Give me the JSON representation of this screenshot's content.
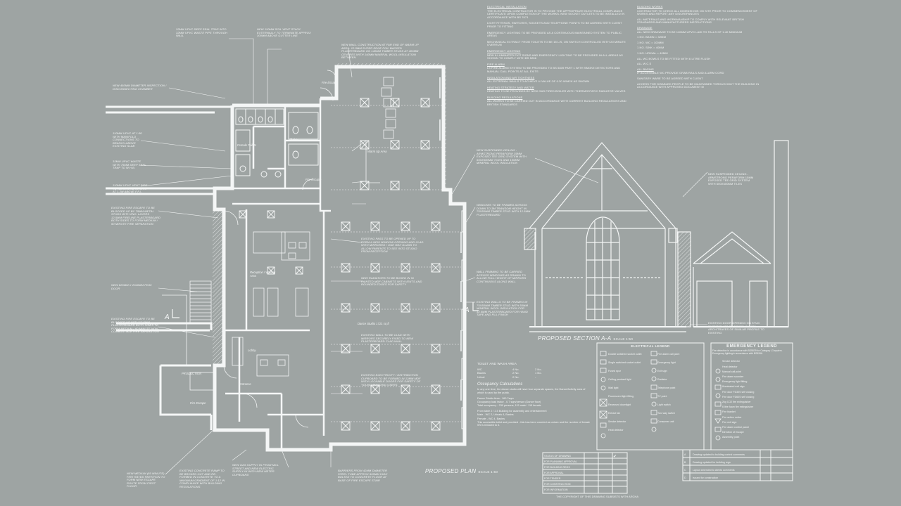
{
  "plan": {
    "title": "PROPOSED PLAN",
    "scale": "SCALE 1:50",
    "room_labels": [
      "Fire Escape",
      "Female Toilets",
      "Toilets",
      "Warm Up Area",
      "Fire Escape",
      "Reception / Waiting Area",
      "Dance Studio 1721 sq ft",
      "Lobby",
      "Entrance",
      "Fire Escape",
      "PRODUCTION"
    ],
    "section_markers": [
      "A",
      "A"
    ],
    "notes": [
      "32mm UPVC DEEP SEAL TRAP INTO 32mm UPVC WASTE PIPE THROUGH WALL",
      "NEW 110mm SOIL VENT STACK EXTERNALLY TO TERMINATE APPROX 300mm ABOVE GUTTER LINE",
      "NEW WALL CONSTRUCTION AT FAR END OF WARM UP AREA: 12.5mm SUPER EDGE FOIL BACKED PLASTERBOARD ON 140mm TIMBER STUDS AT 400mm CENTRES WITH 140mm MINERAL WOOL INSULATION BETWEEN",
      "NEW 450mm DIAMETER INSPECTION / DISCONNECTING CHAMBER",
      "110mm UPVC AT 1:80 WITH MANIFOLD CONNECTIONS TO BRANCH ABOVE EXISTING SLAB",
      "32mm UPVC WASTE WITH 75mm DEEP SEAL TRAP TO W.H.B.",
      "110mm UPVC VENT PIPE TO TERMINATE IN A.A.V. AT 1.2m ABOVE F.F.L.",
      "EXISTING FIRE ESCAPE TO BE BLOCKED UP BY 75mm METAL STUDS WITH 2No. LAYERS 12.5mm FIRELINE PLASTERBOARD BOTH SIDES TO FORM MEDIUM / 60 MINUTE FIRE SEPARATION",
      "NEW 826mm x 2040mm FD30 DOOR",
      "EXISTING FIRE ESCAPE TO BE BLOCKED UP WITH 12.5mm PLASTERBOARD BOTH SIDES TO FORM MEDIUM / 60 MINUTE NON-COMBUSTIBLE FIRE SEPARATION",
      "NEW MEDIUM (60 MINUTE) FIRE RATED PARTITION TO FORM NEW ESCAPE ROUTE FROM FIRST FLOOR",
      "EXISTING CONCRETE RAMP TO BE BROKEN OUT AND RE-FORMED IN CONCRETE TO A MAXIMUM GRADIENT OF 1:12 IN COMPLIANCE WITH BUILDING REGULATIONS",
      "NEW GAS SUPPLY IN FROM MILL STREET AND NEW ELECTRIC SUPPLY IN WITH NEW METER CUPBOARD",
      "BARRIERS FROM 42mm DIAMETER STEEL TUBE APPROX 900mm HIGH BOLTED TO CONCRETE FLOOR AT BASE OF FIRE ESCAPE STAIR",
      "EXISTING PASS TO BE OPENED UP TO FORM A NEW WINDOW OPENING AND CLAD WITH MIRRORED / ONE WAY GLASS TO ALLOW PARENTS TO SEE INTO STUDIO FROM RECEPTION",
      "NEW RADIATORS TO BE BOXED IN IN PAINTED MDF CABINETS WITH VENTS AND ROUNDED EDGES FOR SAFETY",
      "EXISTING WALL TO BE CLAD WITH MIRRORS SECURELY FIXED TO NEW PLASTERBOARD CLAD WALL",
      "EXISTING ELECTRICITY / DISTRIBUTION CUPBOARD TO BE FORMED IN 12mm MDF WITH LOCKABLE DOORS FOR SAFETY OF YOUNG BUILDING USERS",
      "NEW SUSPENDED CEILING - ARMSTRONG PERAFORM 15mm EXPOSED TEE GRID SYSTEM WITH 600x600mm TILES AND 100mm MINERAL WOOL INSULATION",
      "WINDOWS TO BE FRAMED ACROSS DOWN TO 3m TRANSOM HEIGHT IN 75x50mm TIMBER STUD WITH 12.5mm PLASTERBOARD",
      "WALL FRAMING TO BE CARRIED ACROSS WINDOWS AS DRAWN TO ALLOW FULL HEIGHT OF MIRRORS CONTINUOUS ALONG WALL",
      "EXISTING WALLS TO BE FRAMED IN 75x50mm TIMBER STUD WITH 50mm MINERAL WOOL INSULATION FOR 12.5mm PLASTERBOARD FOR HAND TAPE AND FILL FINISH"
    ]
  },
  "spec": {
    "notes": [
      "ELECTRICAL INSTALLATION",
      "THE ELECTRICAL CONTRACTOR IS TO PROVIDE THE APPROPRIATE ELECTRICAL COMPLIANCE CERTIFICATE UPON COMPLETION OF THE WORKS. NEW SOCKET OUTLETS TO BE INSTALLED IN ACCORDANCE WITH BS 7671",
      "LIGHT FITTINGS, SWITCHES, SOCKETS AND TELEPHONE POINTS TO BE AGREED WITH CLIENT PRIOR TO FITTING",
      "EMERGENCY LIGHTING TO BE PROVIDED AS A CONTINUOUS MAINTAINED SYSTEM TO PUBLIC AREAS",
      "MECHANICAL EXTRACT FROM TOILETS TO BE 15 L/S, ON SWITCH CONTROLLED WITH 20 MINUTE OVERRUN",
      "EMERGENCY LIGHTING",
      "NEW ILLUMINATED EXIT SIGNS AND EMERGENCY LIGHTING TO BE PROVIDED IN ALL AREAS AS SHOWN TO COMPLY WITH BS 5266",
      "FIRE ALARM",
      "L3 FIRE ALARM SYSTEM TO BE PROVIDED TO BS 5839 PART 1 WITH SMOKE DETECTORS AND MANUAL CALL POINTS AT ALL EXITS",
      "INSULATION AND AIR TIGHTNESS",
      "ALL EXTERNAL WALLS TO ACHIEVE U-VALUE OF 0.30 W/m2K AS SHOWN",
      "HEATING STRATEGY AND WATER",
      "HEATING TO BE PROVIDED BY NEW GAS FIRED BOILER WITH THERMOSTATIC RADIATOR VALVES",
      "BUILDING REGULATIONS",
      "ALL WORKS TO BE CARRIED OUT IN ACCORDANCE WITH CURRENT BUILDING REGULATIONS AND BRITISH STANDARDS"
    ],
    "notes_right": [
      "BUILDING WORKS",
      "CONTRACTOR TO CHECK ALL DIMENSIONS ON SITE PRIOR TO COMMENCEMENT OF WORKS AND REPORT ANY DISCREPANCIES",
      "ALL MATERIALS AND WORKMANSHIP TO COMPLY WITH RELEVANT BRITISH STANDARDS AND MANUFACTURERS INSTRUCTIONS",
      "DRAINAGE",
      "ALL NEW DRAINAGE TO BE 110mm UPVC LAID TO FALLS OF 1:40 MINIMUM",
      "1 No. BASIN = 32mm",
      "1 No. WC = 100mm",
      "1 No. SINK = 40mm",
      "1 No. URINAL = 40mm",
      "ALL WC BOWLS TO BE FITTED WITH 6 LITRE FLUSH",
      "ALL W.C.s",
      "ALL BASINS",
      "IF ACCESSIBLE WC PROVIDE GRAB RAILS AND ALARM CORD",
      "SANITARY WARE TO BE AGREED WITH CLIENT",
      "ACCESS FOR DISABLED PEOPLE TO BE MAINTAINED THROUGHOUT THE BUILDING IN ACCORDANCE WITH APPROVED DOCUMENT M"
    ]
  },
  "section": {
    "title": "PROPOSED SECTION A-A",
    "scale": "SCALE 1:50"
  },
  "section_notes": [
    "NEW SUSPENDED CEILING - ARMSTRONG PERAFORM 15mm EXPOSED TEE GRID SYSTEM WITH 600x600mm TILES",
    "EXISTING DOOR OPENING ON STUD PARTITION TO BE BOXED IN WITH ARCHITRAVES OF SIMILAR PROFILE TO EXISTING"
  ],
  "occupancy": {
    "heading": "TOILET AND WASH AREA",
    "rows": [
      [
        "WC",
        "4 No.",
        "2 No."
      ],
      [
        "Basins",
        "2 No.",
        "1 No."
      ],
      [
        "Urinal",
        "2 No.",
        "-"
      ]
    ],
    "calc_title": "Occupancy Calculations",
    "calc_lines": [
      "In any one time, the dance studio will have four separate spaces, the Dance/Activity area of which is used by the public.",
      "Dance Studio Area - 160.7sqm",
      "Occupancy load factor - 0.7 sqm/person (Dance floor)",
      "Total occupancy - 230 persons, 115 male / 115 female",
      "From table 2 / 2.5 Building for assembly and entertainment",
      "Male   - WC 2, Urinals 4, Basins",
      "Female - WC 4, Basins",
      "This accessible toilet and provided - this has been counted as unisex and the number of female WC's reduced to 3."
    ]
  },
  "electrical_legend": {
    "title": "ELECTRICAL LEGEND",
    "items": [
      "Double switched socket outlet",
      "Single switched socket outlet",
      "Fused spur",
      "Ceiling pendant light",
      "Wall light",
      "Fluorescent light fitting",
      "Recessed downlight",
      "Extract fan",
      "Smoke detector",
      "Heat detector",
      "Fire alarm call point",
      "Emergency light",
      "Exit sign",
      "Radiator",
      "Telephone point",
      "TV point",
      "Light switch",
      "Two way switch",
      "Consumer unit"
    ]
  },
  "emergency_legend": {
    "title": "EMERGENCY LEGEND",
    "intro": "Fire detection in accordance with BS5839 for Category L3 system. Emergency lighting in accordance with BS5266.",
    "items": [
      "Smoke detector",
      "Heat detector",
      "Manual call point",
      "Fire alarm sounder",
      "Emergency light fitting",
      "Illuminated exit sign",
      "Fire door FD30S self closing",
      "Fire door FD60S self closing",
      "2kg CO2 fire extinguisher",
      "6 litre foam fire extinguisher",
      "Fire blanket",
      "Fire action notice",
      "Fire exit sign",
      "Fire alarm control panel",
      "Direction of escape",
      "Assembly point"
    ]
  },
  "status_table": {
    "rows": [
      [
        "STATUS OF DRAWING",
        "",
        "",
        "✔"
      ],
      [
        "FOR PLANNING APPROVAL",
        "",
        "",
        ""
      ],
      [
        "FOR BUILDING REGS",
        "",
        "",
        ""
      ],
      [
        "FOR APPROVAL",
        "",
        "",
        ""
      ],
      [
        "FOR TENDER",
        "",
        "",
        ""
      ],
      [
        "FOR CONSTRUCTION",
        "",
        "",
        ""
      ],
      [
        "FOR INFORMATION",
        "",
        "",
        ""
      ]
    ],
    "copyright": "THE COPYRIGHT OF THIS DRAWING SUBSISTS WITH ARCHA"
  },
  "revisions": {
    "rows": [
      [
        "A",
        "Drawing updated to building control comments",
        "",
        ""
      ],
      [
        "B",
        "Drawing updated for building regs",
        "",
        ""
      ],
      [
        "C",
        "Layout amended to clients comments",
        "",
        ""
      ],
      [
        "D",
        "Issued for construction",
        "",
        ""
      ]
    ]
  }
}
